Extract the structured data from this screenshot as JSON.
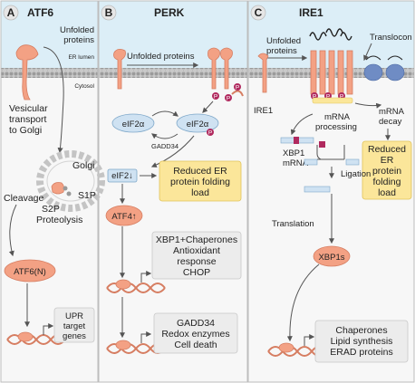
{
  "panelA": {
    "letter": "A",
    "title": "ATF6",
    "unfolded_proteins": [
      "Unfolded",
      "proteins"
    ],
    "er_lumen": "ER lumen",
    "cytosol": "Cytosol",
    "vesicular": [
      "Vesicular",
      "transport",
      "to Golgi"
    ],
    "golgi": "Golgi",
    "s1p": "S1P",
    "s2p": "S2P",
    "cleavage": "Cleavage",
    "proteolysis": "Proteolysis",
    "atf6n": "ATF6(N)",
    "upr_target": [
      "UPR",
      "target",
      "genes"
    ]
  },
  "panelB": {
    "letter": "B",
    "title": "PERK",
    "unfolded_proteins": "Unfolded proteins",
    "eif2a_left": "eIF2α",
    "eif2a_right": "eIF2α",
    "gadd34_loop": "GADD34",
    "eif2_down": "eIF2↓",
    "reduced_folding": [
      "Reduced ER",
      "protein folding",
      "load"
    ],
    "atf4": "ATF4↑",
    "box1": [
      "XBP1+Chaperones",
      "Antioxidant",
      "response",
      "CHOP"
    ],
    "box2": [
      "GADD34",
      "Redox enzymes",
      "Cell death"
    ]
  },
  "panelC": {
    "letter": "C",
    "title": "IRE1",
    "unfolded_proteins": [
      "Unfolded",
      "proteins"
    ],
    "translocon": "Translocon",
    "ire1_label": "IRE1",
    "mrna_processing": [
      "mRNA",
      "processing"
    ],
    "mrna_decay": [
      "mRNA",
      "decay"
    ],
    "reduced_folding": [
      "Reduced",
      "ER",
      "protein",
      "folding",
      "load"
    ],
    "xbp1_mrna": [
      "XBP1",
      "mRNA"
    ],
    "ligation": "Ligation",
    "translation": "Translation",
    "xbp1s": "XBP1s",
    "target_box": [
      "Chaperones",
      "Lipid synthesis",
      "ERAD proteins"
    ]
  },
  "phospho": "P",
  "colors": {
    "lumen": "#dceef7",
    "cytosol": "#f7f7f7",
    "salmon": "#f3a184",
    "yellow_box": "#fbe69a",
    "blue_protein": "#cfe2f2"
  }
}
